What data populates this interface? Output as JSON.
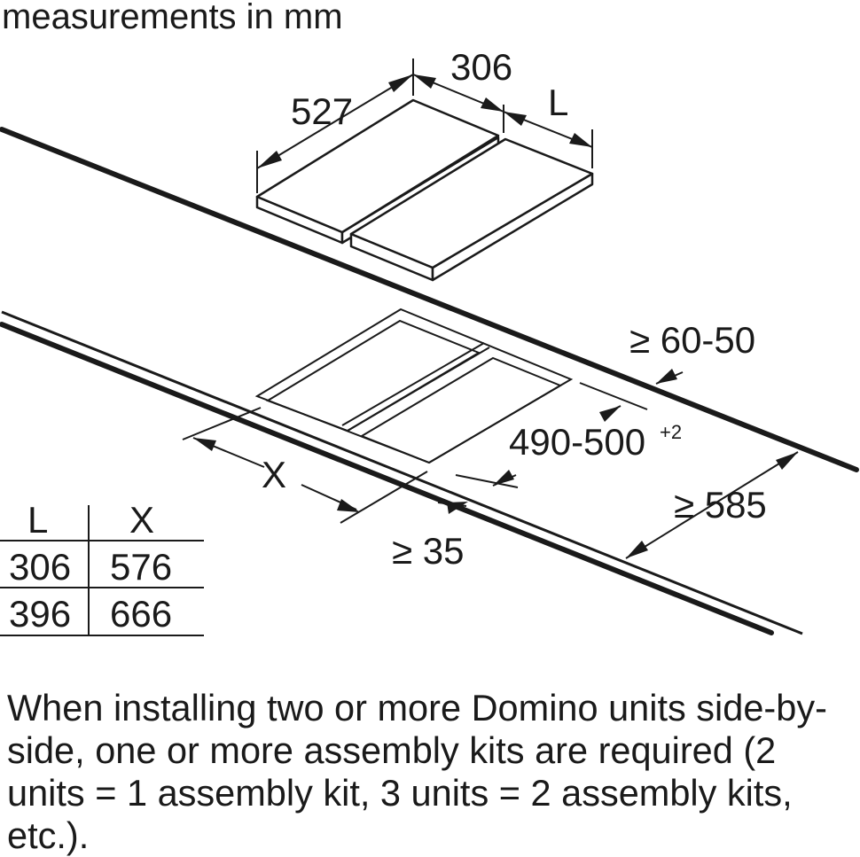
{
  "header": {
    "units": "measurements in mm"
  },
  "dimensions": {
    "depth": "527",
    "width_left": "306",
    "width_right": "L",
    "worktop_min": "≥ 60-50",
    "cutout_depth_base": "490-500",
    "cutout_depth_tolerance": "+2",
    "cutout_width": "X",
    "front_min": "≥ 35",
    "worktop_depth_min": "≥ 585"
  },
  "table": {
    "headers": [
      "L",
      "X"
    ],
    "rows": [
      [
        "306",
        "576"
      ],
      [
        "396",
        "666"
      ]
    ]
  },
  "note": "When installing two or more Domino units side-by-side, one or more assembly kits are required (2 units = 1 assembly kit, 3 units = 2 assembly kits, etc.)."
}
